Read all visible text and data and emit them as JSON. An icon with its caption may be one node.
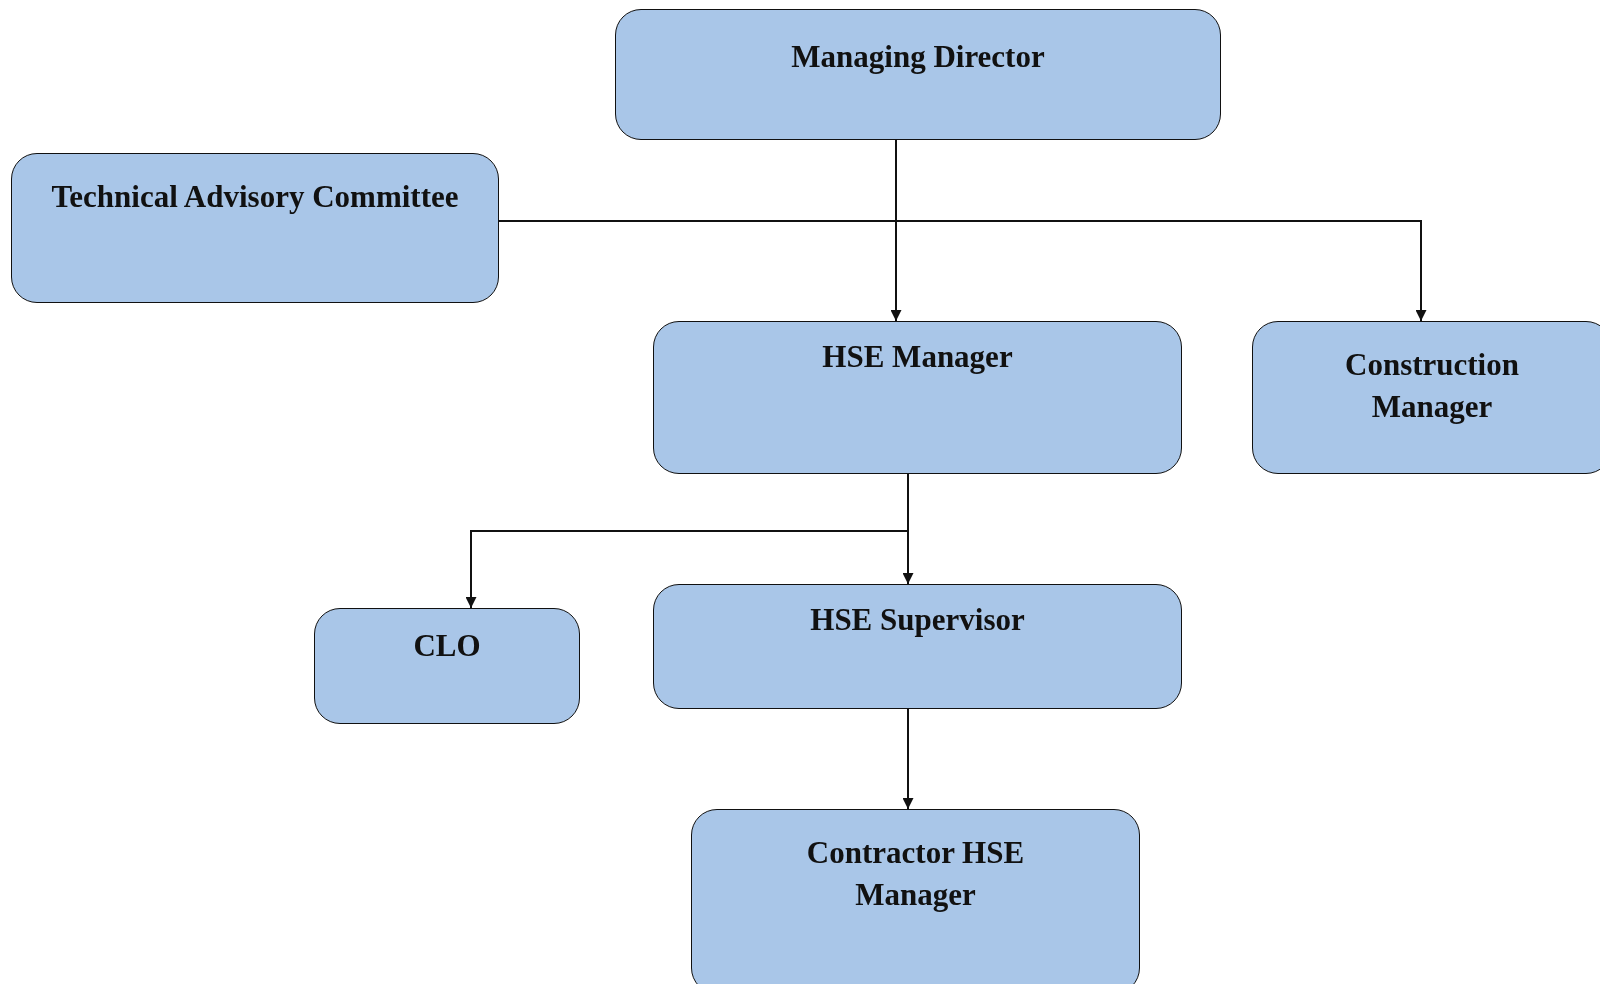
{
  "diagram": {
    "nodes": [
      {
        "text": [
          "Managing Director"
        ]
      },
      {
        "text": [
          "Technical Advisory Committee"
        ]
      },
      {
        "text": [
          "HSE Manager"
        ]
      },
      {
        "text": [
          "Construction Manager"
        ]
      },
      {
        "text": [
          "CLO"
        ]
      },
      {
        "text": [
          "HSE Supervisor"
        ]
      },
      {
        "text": [
          "Contractor HSE Manager"
        ]
      }
    ],
    "edges": [
      {
        "from": 0,
        "to": 2,
        "arrow": "to"
      },
      {
        "from": 0,
        "to": 1,
        "arrow": "none"
      },
      {
        "from": 0,
        "to": 3,
        "arrow": "to"
      },
      {
        "from": 2,
        "to": 4,
        "arrow": "to"
      },
      {
        "from": 2,
        "to": 5,
        "arrow": "to"
      },
      {
        "from": 5,
        "to": 6,
        "arrow": "to"
      }
    ]
  }
}
